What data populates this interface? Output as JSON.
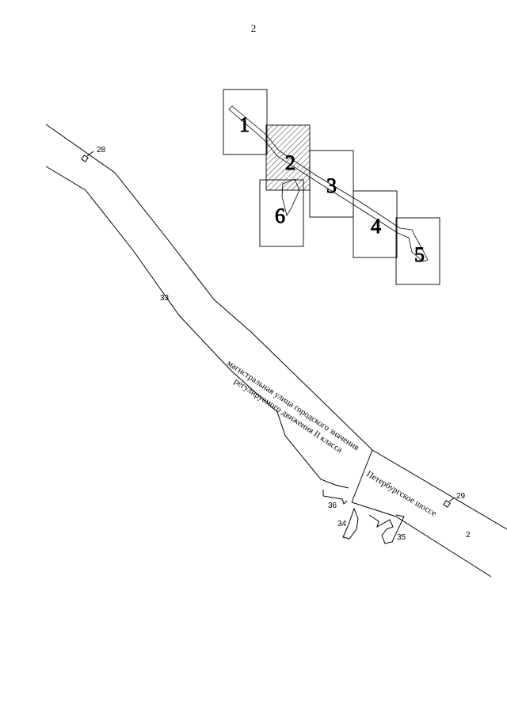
{
  "page_number": "2",
  "index_map": {
    "sheets": [
      "1",
      "2",
      "3",
      "4",
      "5",
      "6"
    ],
    "highlighted_sheet": "2"
  },
  "plan": {
    "point_labels": {
      "p28": "28",
      "p29": "29",
      "p33": "33",
      "p34": "34",
      "p35": "35",
      "p36": "36",
      "p2": "2"
    },
    "street_main_line1": "магистральная улица городского значения",
    "street_main_line2": "регулируемого движения II класса",
    "street_petersburg": "Петербургское шоссе"
  }
}
